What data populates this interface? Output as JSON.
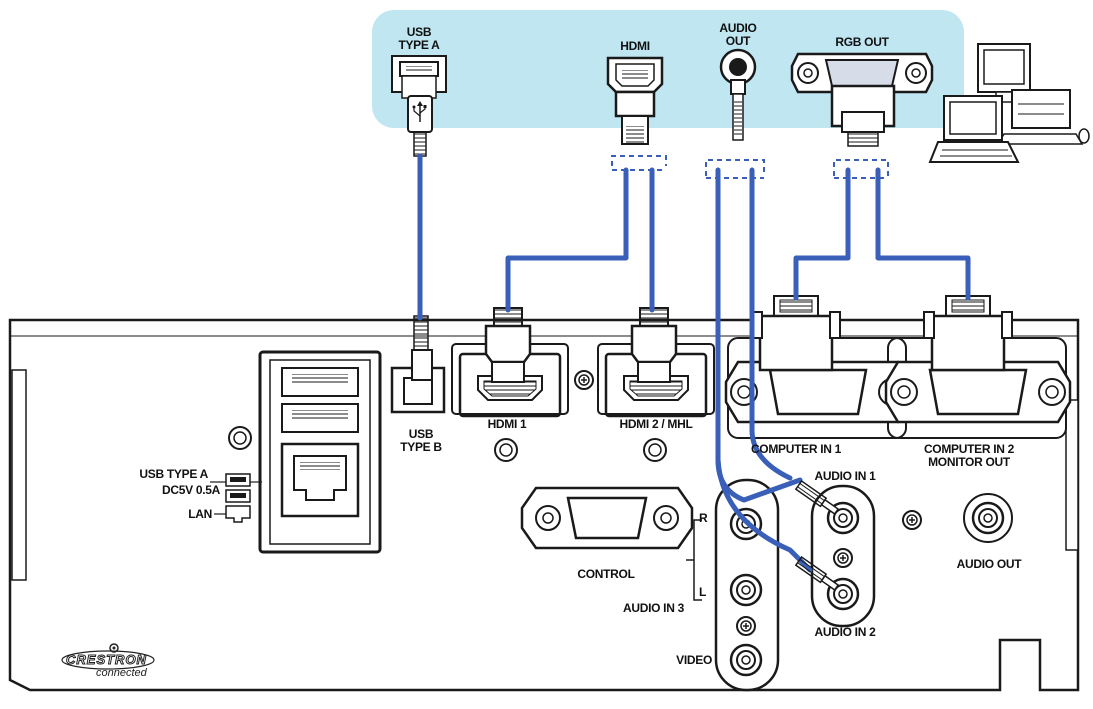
{
  "colors": {
    "cable": "#3a5fb8",
    "source_panel": "#bfe6f1",
    "outline": "#1a1a1a",
    "panel_fill": "#ffffff",
    "port_gray": "#e6e6e6"
  },
  "source_labels": {
    "usb_a_line1": "USB",
    "usb_a_line2": "TYPE A",
    "hdmi": "HDMI",
    "audio_out_line1": "AUDIO",
    "audio_out_line2": "OUT",
    "rgb_out": "RGB OUT"
  },
  "projector_labels": {
    "usb_b_line1": "USB",
    "usb_b_line2": "TYPE B",
    "hdmi1": "HDMI 1",
    "hdmi2": "HDMI 2 / MHL",
    "computer_in1": "COMPUTER IN 1",
    "computer_in2_line1": "COMPUTER IN 2",
    "computer_in2_line2": "MONITOR OUT",
    "usb_type_a": "USB TYPE A",
    "dc5v": "DC5V 0.5A",
    "lan": "LAN",
    "audio_in1": "AUDIO IN 1",
    "audio_in2": "AUDIO IN 2",
    "audio_in3": "AUDIO IN 3",
    "audio_out": "AUDIO OUT",
    "control": "CONTROL",
    "video": "VIDEO",
    "r": "R",
    "l": "L"
  },
  "logo": {
    "brand": "CRESTRON",
    "sub": "connected"
  },
  "icons": {
    "usb_symbol": "usb-icon",
    "computer": "computer-icon",
    "laptop": "laptop-icon",
    "screw": "screw-icon"
  }
}
